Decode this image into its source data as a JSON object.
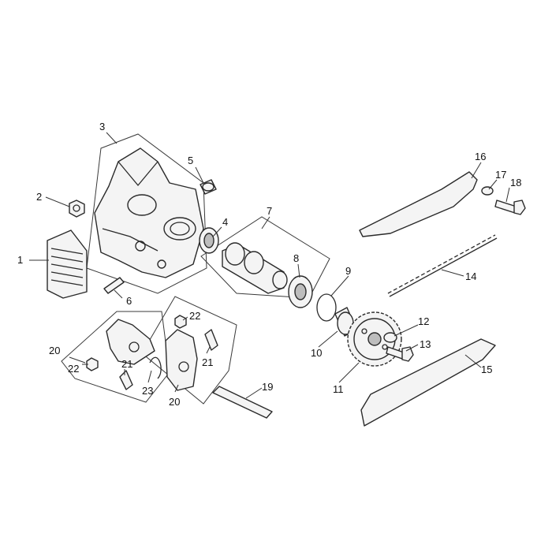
{
  "diagram": {
    "callouts": {
      "c1": "1",
      "c2": "2",
      "c3": "3",
      "c4": "4",
      "c5": "5",
      "c6": "6",
      "c7": "7",
      "c8": "8",
      "c9": "9",
      "c10": "10",
      "c11": "11",
      "c12": "12",
      "c13": "13",
      "c14": "14",
      "c15": "15",
      "c16": "16",
      "c17": "17",
      "c18": "18",
      "c19": "19",
      "c20a": "20",
      "c20b": "20",
      "c21a": "21",
      "c21b": "21",
      "c22a": "22",
      "c22b": "22",
      "c23": "23"
    },
    "colors": {
      "line": "#2a2a2a",
      "fill": "#f4f4f4",
      "shade": "#bdbdbd"
    }
  }
}
